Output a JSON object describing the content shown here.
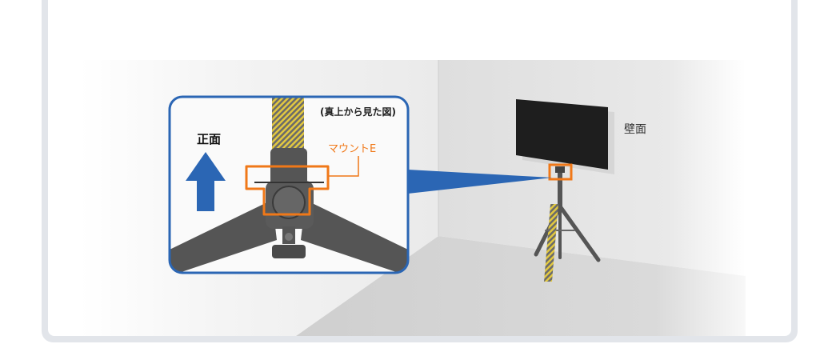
{
  "labels": {
    "view": "(真上から見た図)",
    "front": "正面",
    "mount": "マウントE",
    "wall": "壁面"
  },
  "colors": {
    "accent_blue": "#2b66b4",
    "highlight_orange": "#f07818",
    "stand_dark": "#555555",
    "tv_screen": "#1e1e1e",
    "hatch_yellow": "#e0c840"
  },
  "icons": {
    "front_direction": "arrow-up-icon"
  }
}
